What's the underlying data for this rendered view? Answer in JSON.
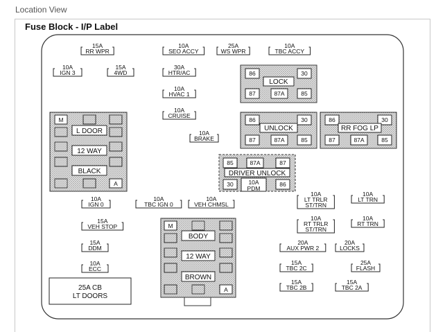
{
  "header": {
    "location_view": "Location View",
    "title": "Fuse Block - I/P Label"
  },
  "fuses": [
    {
      "id": "rr-wpr",
      "amp": "15A",
      "name": "RR WPR"
    },
    {
      "id": "seo-accy",
      "amp": "10A",
      "name": "SEO ACCY"
    },
    {
      "id": "ws-wpr",
      "amp": "25A",
      "name": "WS WPR"
    },
    {
      "id": "tbc-accy",
      "amp": "10A",
      "name": "TBC ACCY"
    },
    {
      "id": "ign3",
      "amp": "10A",
      "name": "IGN 3"
    },
    {
      "id": "4wd",
      "amp": "15A",
      "name": "4WD"
    },
    {
      "id": "htr-ac",
      "amp": "30A",
      "name": "HTR/AC"
    },
    {
      "id": "hvac1",
      "amp": "10A",
      "name": "HVAC 1"
    },
    {
      "id": "cruise",
      "amp": "10A",
      "name": "CRUISE"
    },
    {
      "id": "brake",
      "amp": "10A",
      "name": "BRAKE"
    },
    {
      "id": "ign0",
      "amp": "10A",
      "name": "IGN 0"
    },
    {
      "id": "tbc-ign0",
      "amp": "10A",
      "name": "TBC IGN 0"
    },
    {
      "id": "veh-chmsl",
      "amp": "10A",
      "name": "VEH CHMSL"
    },
    {
      "id": "veh-stop",
      "amp": "15A",
      "name": "VEH STOP"
    },
    {
      "id": "ddm",
      "amp": "15A",
      "name": "DDM"
    },
    {
      "id": "ecc",
      "amp": "10A",
      "name": "ECC"
    },
    {
      "id": "lt-trlr",
      "amp": "10A",
      "name": "LT TRLR",
      "name2": "ST/TRN"
    },
    {
      "id": "lt-trn",
      "amp": "10A",
      "name": "LT TRN"
    },
    {
      "id": "rt-trlr",
      "amp": "10A",
      "name": "RT TRLR",
      "name2": "ST/TRN"
    },
    {
      "id": "rt-trn",
      "amp": "10A",
      "name": "RT TRN"
    },
    {
      "id": "aux-pwr2",
      "amp": "20A",
      "name": "AUX PWR 2"
    },
    {
      "id": "locks",
      "amp": "20A",
      "name": "LOCKS"
    },
    {
      "id": "tbc2c",
      "amp": "15A",
      "name": "TBC 2C"
    },
    {
      "id": "flash",
      "amp": "25A",
      "name": "FLASH"
    },
    {
      "id": "tbc2b",
      "amp": "15A",
      "name": "TBC 2B"
    },
    {
      "id": "tbc2a",
      "amp": "15A",
      "name": "TBC 2A"
    }
  ],
  "circuit_breaker": {
    "amp": "25A CB",
    "name": "LT DOORS"
  },
  "relays": {
    "lock": {
      "label": "LOCK",
      "pins": [
        "86",
        "30",
        "87",
        "87A",
        "85"
      ]
    },
    "unlock": {
      "label": "UNLOCK",
      "pins": [
        "86",
        "30",
        "87",
        "87A",
        "85"
      ]
    },
    "rr_fog_lp": {
      "label": "RR FOG LP",
      "pins": [
        "86",
        "30",
        "87",
        "87A",
        "85"
      ]
    },
    "driver_unlock": {
      "label": "DRIVER UNLOCK",
      "pins": [
        "85",
        "87A",
        "87",
        "30",
        "86"
      ],
      "pdm_amp": "10A",
      "pdm_name": "PDM"
    }
  },
  "connectors": {
    "ldoor": {
      "corner_top": "M",
      "corner_bottom": "A",
      "labels": [
        "L DOOR",
        "12 WAY",
        "BLACK"
      ]
    },
    "body": {
      "corner_top": "M",
      "corner_bottom": "A",
      "labels": [
        "BODY",
        "12 WAY",
        "BROWN"
      ]
    }
  }
}
